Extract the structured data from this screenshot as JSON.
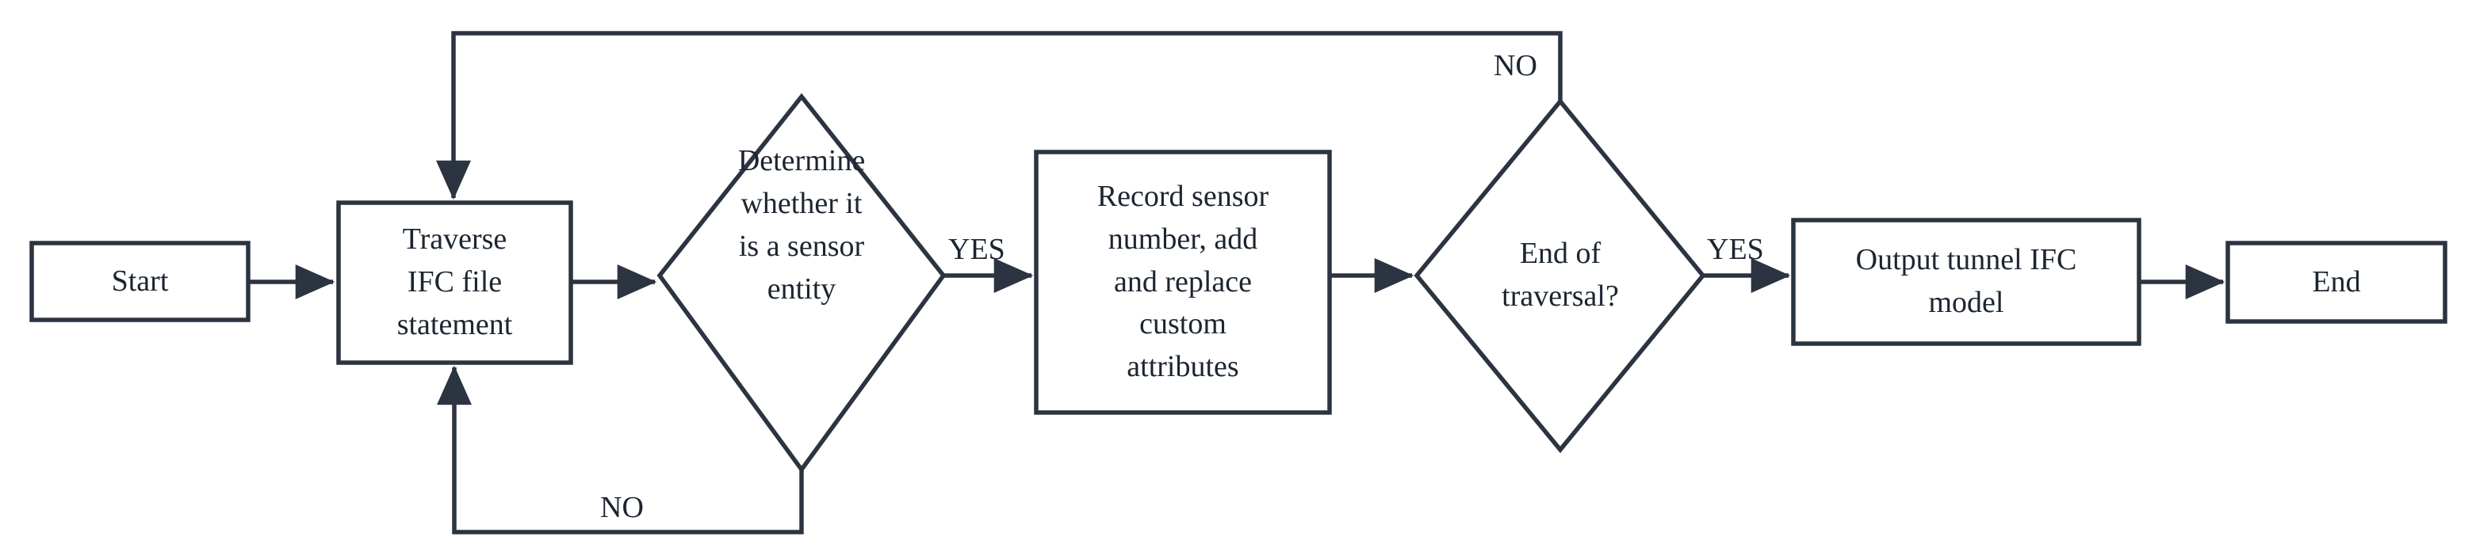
{
  "diagram": {
    "title": "IFC sensor entity traversal flowchart",
    "stroke_color": "#2b3440",
    "fill_color": "#ffffff",
    "text_color": "#1c2530",
    "nodes": [
      {
        "id": "start",
        "shape": "rectangle",
        "label": "Start"
      },
      {
        "id": "traverse",
        "shape": "rectangle",
        "label": "Traverse\nIFC file\nstatement"
      },
      {
        "id": "decide1",
        "shape": "diamond",
        "label": "Determine\nwhether it\nis a sensor\nentity"
      },
      {
        "id": "record",
        "shape": "rectangle",
        "label": "Record sensor\nnumber, add\nand replace\ncustom\nattributes"
      },
      {
        "id": "decide2",
        "shape": "diamond",
        "label": "End of\ntraversal?"
      },
      {
        "id": "output",
        "shape": "rectangle",
        "label": "Output tunnel IFC\nmodel"
      },
      {
        "id": "end",
        "shape": "rectangle",
        "label": "End"
      }
    ],
    "edge_labels": {
      "decide1_yes": "YES",
      "decide1_no": "NO",
      "decide2_yes": "YES",
      "decide2_no": "NO"
    },
    "edges": [
      {
        "from": "start",
        "to": "traverse",
        "label": ""
      },
      {
        "from": "traverse",
        "to": "decide1",
        "label": ""
      },
      {
        "from": "decide1",
        "to": "record",
        "label": "YES"
      },
      {
        "from": "decide1",
        "to": "traverse",
        "label": "NO"
      },
      {
        "from": "record",
        "to": "decide2",
        "label": ""
      },
      {
        "from": "decide2",
        "to": "output",
        "label": "YES"
      },
      {
        "from": "decide2",
        "to": "traverse",
        "label": "NO"
      },
      {
        "from": "output",
        "to": "end",
        "label": ""
      }
    ]
  }
}
